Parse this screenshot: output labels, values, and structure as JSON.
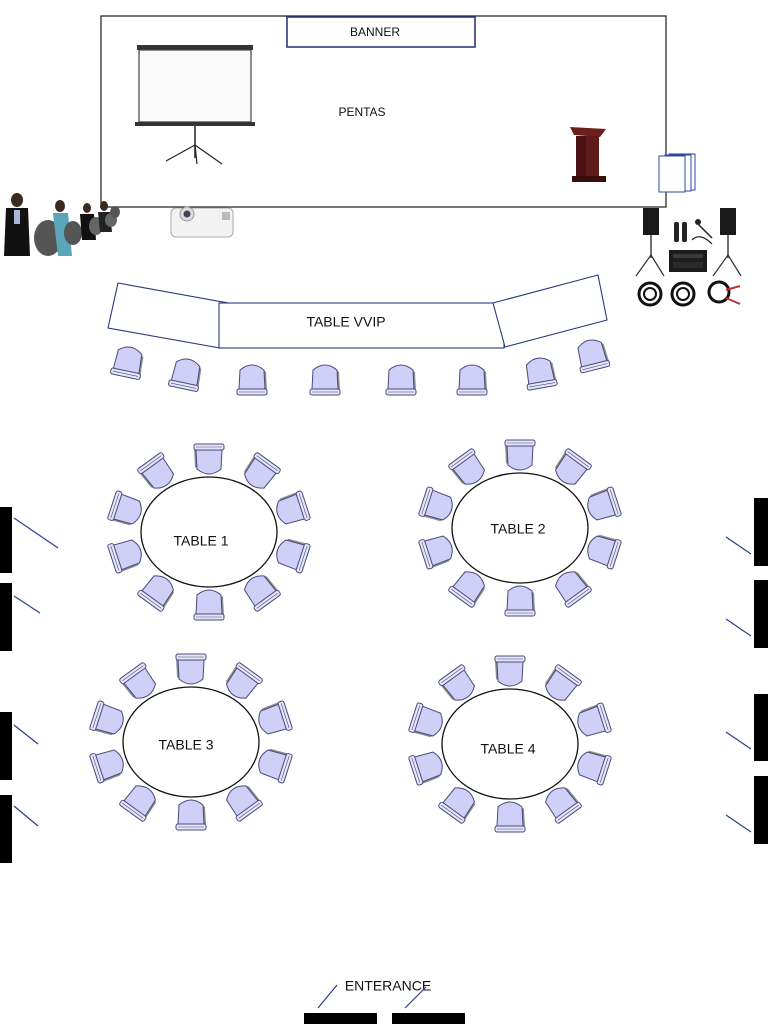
{
  "stage": {
    "banner": "BANNER",
    "label": "PENTAS"
  },
  "vvip": {
    "label": "TABLE VVIP",
    "chair_count": 8
  },
  "tables": [
    {
      "label": "TABLE 1",
      "chairs": 10
    },
    {
      "label": "TABLE 2",
      "chairs": 10
    },
    {
      "label": "TABLE 3",
      "chairs": 10
    },
    {
      "label": "TABLE 4",
      "chairs": 10
    }
  ],
  "entrance": {
    "label": "ENTERANCE"
  },
  "icons": [
    "projection-screen-icon",
    "podium-icon",
    "projector-icon",
    "sound-system-icon",
    "kompang-performers-icon",
    "chair-icon",
    "door-icon"
  ],
  "colors": {
    "chair_fill": "#cfcff7",
    "chair_shadow": "#8c8c8c",
    "chair_stroke": "#4a4a7a",
    "line": "#1a1a1a",
    "door": "#000000",
    "door_swing": "#2b3f8f"
  }
}
